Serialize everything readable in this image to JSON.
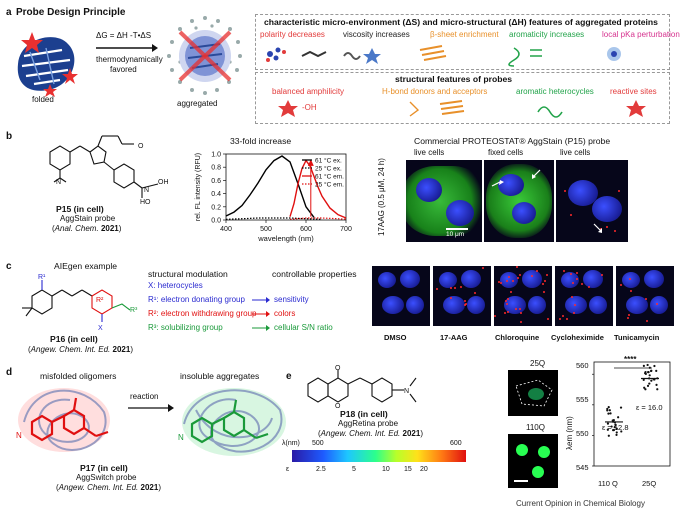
{
  "panel_a": {
    "letter": "a",
    "title": "Probe Design Principle",
    "folded_label": "folded",
    "aggregated_label": "aggregated",
    "delta_g_eq": "ΔG = ΔH -T•ΔS",
    "arrow_text_1": "thermodynamically",
    "arrow_text_2": "favored",
    "features_title": "characteristic micro-environment (ΔS) and micro-structural (ΔH) features of aggregated proteins",
    "features": [
      "polarity decreases",
      "viscosity increases",
      "β-sheet enrichment",
      "aromaticity increases",
      "local pKa perturbation"
    ],
    "probes_title": "structural features of probes",
    "probe_features": [
      "balanced amphilicity",
      "H-bond donors and acceptors",
      "aromatic heterocycles",
      "reactive sites"
    ],
    "oh_label": "-OH"
  },
  "panel_b": {
    "letter": "b",
    "compound": "P15 (in cell)",
    "probe_name": "AggStain probe",
    "journal": "Anal. Chem.",
    "year": "2021",
    "chart_title": "33-fold increase",
    "commercial_title": "Commercial PROTEOSTAT® AggStain (P15) probe",
    "img_labels": [
      "live cells",
      "fixed cells",
      "live cells"
    ],
    "side_label": "17AAG (0.5 μM, 24 h)",
    "scalebar": "10 μm"
  },
  "chart_data": {
    "type": "line",
    "title": "33-fold increase",
    "xlabel": "wavelength (nm)",
    "ylabel": "rel. FL intensity (RFU)",
    "xlim": [
      400,
      700
    ],
    "ylim": [
      0,
      1.0
    ],
    "xticks": [
      400,
      500,
      600,
      700
    ],
    "yticks": [
      0.0,
      0.2,
      0.4,
      0.6,
      0.8,
      1.0
    ],
    "legend_position": "top-right",
    "series": [
      {
        "name": "61 °C ex.",
        "color": "#000000",
        "dash": "solid",
        "x": [
          400,
          420,
          440,
          460,
          480,
          500,
          520,
          540,
          560,
          580,
          600,
          620
        ],
        "y": [
          0.06,
          0.12,
          0.22,
          0.38,
          0.56,
          0.76,
          0.9,
          0.97,
          0.88,
          0.55,
          0.2,
          0.04
        ]
      },
      {
        "name": "25 °C ex.",
        "color": "#000000",
        "dash": "dot",
        "x": [
          400,
          440,
          480,
          520,
          560,
          600,
          640
        ],
        "y": [
          0.01,
          0.02,
          0.03,
          0.03,
          0.03,
          0.02,
          0.01
        ]
      },
      {
        "name": "61 °C em.",
        "color": "#e01010",
        "dash": "solid",
        "x": [
          560,
          570,
          580,
          590,
          600,
          610,
          620,
          630,
          640,
          660,
          680,
          700
        ],
        "y": [
          0.05,
          0.25,
          0.55,
          0.78,
          0.9,
          0.82,
          0.66,
          0.5,
          0.36,
          0.18,
          0.08,
          0.03
        ]
      },
      {
        "name": "25 °C em.",
        "color": "#e01010",
        "dash": "dot",
        "x": [
          560,
          600,
          640,
          680,
          700
        ],
        "y": [
          0.01,
          0.03,
          0.03,
          0.02,
          0.01
        ]
      }
    ]
  },
  "panel_c": {
    "letter": "c",
    "aiegen": "AIEgen example",
    "mod_title": "structural modulation",
    "props_title": "controllable properties",
    "mods": [
      "X: heterocycles",
      "R¹: electron donating group",
      "R²: electron withdrawing group",
      "R³: solubilizing group"
    ],
    "props": [
      "sensitivity",
      "colors",
      "cellular S/N ratio"
    ],
    "compound": "P16 (in cell)",
    "journal": "Angew. Chem. Int. Ed.",
    "year": "2021",
    "treatments": [
      "DMSO",
      "17-AAG",
      "Chloroquine",
      "Cycloheximide",
      "Tunicamycin"
    ],
    "atoms": {
      "r1": "R¹",
      "r2": "R²",
      "r3": "R³",
      "x": "X"
    }
  },
  "panel_d": {
    "letter": "d",
    "left_title": "misfolded oligomers",
    "right_title": "insoluble aggregates",
    "arrow_label": "reaction",
    "compound": "P17 (in cell)",
    "probe_name": "AggSwitch probe",
    "journal": "Angew. Chem. Int. Ed.",
    "year": "2021"
  },
  "panel_e": {
    "letter": "e",
    "compound": "P18 (in cell)",
    "probe_name": "AggRetina probe",
    "journal": "Angew. Chem. Int. Ed.",
    "year": "2021",
    "lambda_label": "λ(nm)",
    "lambda_ticks": [
      "500",
      "600"
    ],
    "eps_label": "ε",
    "eps_ticks": [
      "2.5",
      "5",
      "10",
      "15",
      "20"
    ],
    "img_labels": [
      "25Q",
      "110Q"
    ],
    "scatter_ylabel": "λem (nm)",
    "scatter_yticks": [
      "545",
      "550",
      "555",
      "560"
    ],
    "scatter_xticks": [
      "110 Q",
      "25Q"
    ],
    "eps_left": "ε = 12.8",
    "eps_right": "ε = 16.0",
    "signif": "****"
  },
  "credit": "Current Opinion in Chemical Biology"
}
